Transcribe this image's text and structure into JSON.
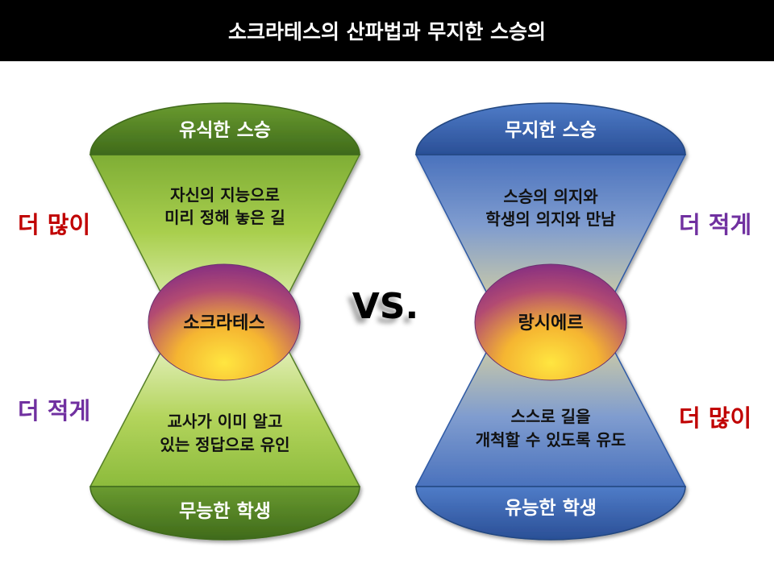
{
  "title": "소크라테스의 산파법과 무지한 스승의",
  "vs": "VS.",
  "colors": {
    "green_dark": "#4b7a22",
    "green_light": "#a9cf4e",
    "blue_dark": "#2f5aa6",
    "blue_light": "#8aa6d6",
    "more_red": "#c00000",
    "less_purple": "#7030a0",
    "center_top": "#8b2d8a",
    "center_bottom": "#ffd21c"
  },
  "left": {
    "top_label": "유식한 스승",
    "upper_text": [
      "자신의 지능으로",
      "미리 정해 놓은 길"
    ],
    "center": "소크라테스",
    "lower_text": [
      "교사가 이미 알고",
      "있는 정답으로 유인"
    ],
    "bottom_label": "무능한 학생",
    "side_top": "더 많이",
    "side_bottom": "더 적게"
  },
  "right": {
    "top_label": "무지한 스승",
    "upper_text": [
      "스승의 의지와",
      "학생의 의지와 만남"
    ],
    "center": "랑시에르",
    "lower_text": [
      "스스로 길을",
      "개척할 수 있도록 유도"
    ],
    "bottom_label": "유능한 학생",
    "side_top": "더 적게",
    "side_bottom": "더 많이"
  }
}
